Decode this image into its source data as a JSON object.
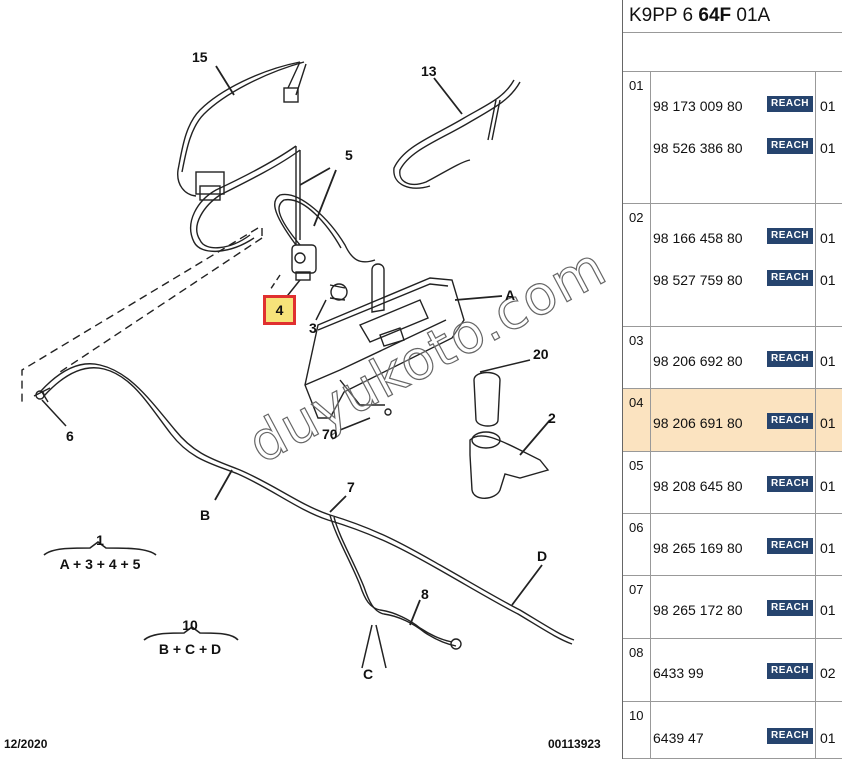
{
  "diagram": {
    "callouts": {
      "n15": "15",
      "n13": "13",
      "n5": "5",
      "nA": "A",
      "n4": "4",
      "n3": "3",
      "n20": "20",
      "n6": "6",
      "n70": "70",
      "n2": "2",
      "nB": "B",
      "n7": "7",
      "nD": "D",
      "n8": "8",
      "nC": "C"
    },
    "formulas": [
      {
        "num": "1",
        "expr": "A + 3 + 4 + 5"
      },
      {
        "num": "10",
        "expr": "B + C + D"
      }
    ],
    "footer_left": "12/2020",
    "footer_right": "00113923",
    "watermark": "duyukoto.com",
    "highlight_color": "#e03030"
  },
  "panel": {
    "header_prefix": "K9PP 6 ",
    "header_bold": "64F",
    "header_suffix": " 01A",
    "reach_label": "REACH",
    "reach_color": "#26446e",
    "selected_color": "#fbe3c0",
    "rows": [
      {
        "index": "01",
        "parts": [
          {
            "ref": "98 173 009 80",
            "qty": "01"
          },
          {
            "ref": "98 526 386 80",
            "qty": "01"
          }
        ]
      },
      {
        "index": "02",
        "parts": [
          {
            "ref": "98 166 458 80",
            "qty": "01"
          },
          {
            "ref": "98 527 759 80",
            "qty": "01"
          }
        ]
      },
      {
        "index": "03",
        "parts": [
          {
            "ref": "98 206 692 80",
            "qty": "01"
          }
        ]
      },
      {
        "index": "04",
        "parts": [
          {
            "ref": "98 206 691 80",
            "qty": "01"
          }
        ],
        "selected": true
      },
      {
        "index": "05",
        "parts": [
          {
            "ref": "98 208 645 80",
            "qty": "01"
          }
        ]
      },
      {
        "index": "06",
        "parts": [
          {
            "ref": "98 265 169 80",
            "qty": "01"
          }
        ]
      },
      {
        "index": "07",
        "parts": [
          {
            "ref": "98 265 172 80",
            "qty": "01"
          }
        ]
      },
      {
        "index": "08",
        "parts": [
          {
            "ref": "6433 99",
            "qty": "02"
          }
        ]
      },
      {
        "index": "10",
        "parts": [
          {
            "ref": "6439 47",
            "qty": "01"
          }
        ]
      }
    ]
  }
}
